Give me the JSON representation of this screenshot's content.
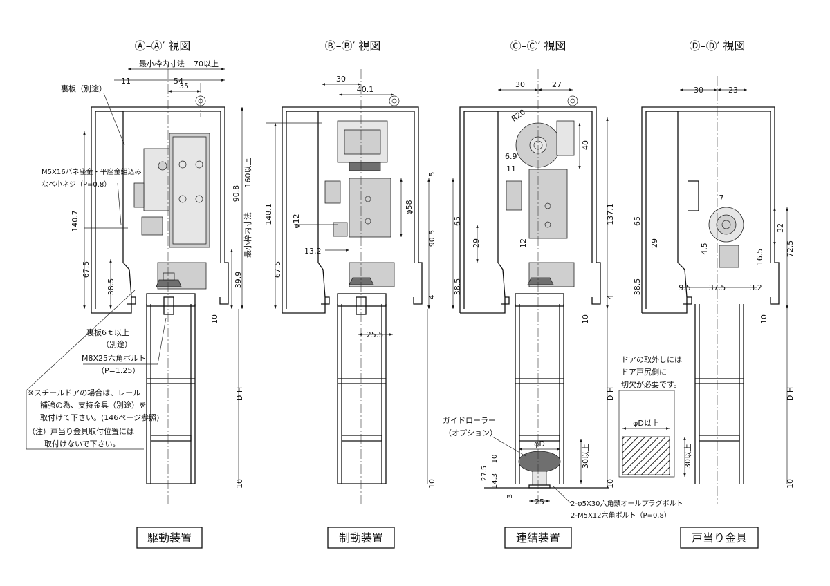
{
  "views": [
    {
      "title": "Ⓐ–Ⓐ′ 視図",
      "label": "駆動装置"
    },
    {
      "title": "Ⓑ–Ⓑ′ 視図",
      "label": "制動装置"
    },
    {
      "title": "Ⓒ–Ⓒ′ 視図",
      "label": "連結装置"
    },
    {
      "title": "Ⓓ–Ⓓ′ 視図",
      "label": "戸当り金具"
    }
  ],
  "dims_a": {
    "min_frame": "最小枠内寸法",
    "w70": "70以上",
    "d11": "11",
    "d54": "54",
    "d35": "35",
    "d140_7": "140.7",
    "d67_5": "67.5",
    "d38_5": "38.5",
    "d90_8": "90.8",
    "d160": "160以上",
    "min_frame_v": "最小枠内寸法",
    "d39_9": "39.9",
    "d10a": "10",
    "d10b": "10",
    "dh": "D H"
  },
  "notes_a": {
    "back_plate": "裏板（別途）",
    "screw1": "M5X16バネ座金・平座金組込み",
    "screw2": "なべ小ネジ（P=0.8）",
    "plate1": "裏板6ｔ以上",
    "plate2": "（別途）",
    "bolt1": "M8X25六角ボルト",
    "bolt2": "（P=1.25）",
    "steel1": "※スチールドアの場合は、レール",
    "steel2": "補強の為、支持金具（別途）を",
    "steel3": "取付けて下さい。(146ページ参照)",
    "note1": "（注）戸当り金具取付位置には",
    "note2": "取付けないで下さい。"
  },
  "dims_b": {
    "d30": "30",
    "d40_1": "40.1",
    "d148_1": "148.1",
    "d67_5": "67.5",
    "phi12": "φ12",
    "d13_2": "13.2",
    "phi58": "φ58",
    "d90_5": "90.5",
    "d5": "5",
    "d4": "4",
    "d25_5": "25.5"
  },
  "dims_c": {
    "d30": "30",
    "d27": "27",
    "r20": "R20",
    "d40": "40",
    "d6_9": "6.9",
    "d11": "11",
    "d65": "65",
    "d29": "29",
    "d38_5": "38.5",
    "d12": "12",
    "d137_1": "137.1",
    "d4": "4",
    "d10a": "10",
    "dh": "D H",
    "roller1": "ガイドローラー",
    "roller2": "（オプション）",
    "phid": "φD",
    "d30up": "30以上",
    "d27_5": "27.5",
    "d14_3": "14.3",
    "d10": "10",
    "d3": "3",
    "d25": "25",
    "bolt1": "2-φ5X30六角頭オールプラグボルト",
    "bolt2": "2-M5X12六角ボルト（P=0.8）",
    "d10b": "10"
  },
  "dims_d": {
    "d30": "30",
    "d23": "23",
    "d7": "7",
    "d65": "65",
    "d29": "29",
    "d38_5": "38.5",
    "d32": "32",
    "d4_5": "4.5",
    "d16_5": "16.5",
    "d72_5": "72.5",
    "d9_5": "9.5",
    "d37_5": "37.5",
    "d3_2": "3.2",
    "d10a": "10",
    "d10b": "10",
    "dh": "D H",
    "cut1": "ドアの取外しには",
    "cut2": "ドア戸尻側に",
    "cut3": "切欠が必要です。",
    "phid": "φD以上",
    "d30up": "30以上"
  }
}
